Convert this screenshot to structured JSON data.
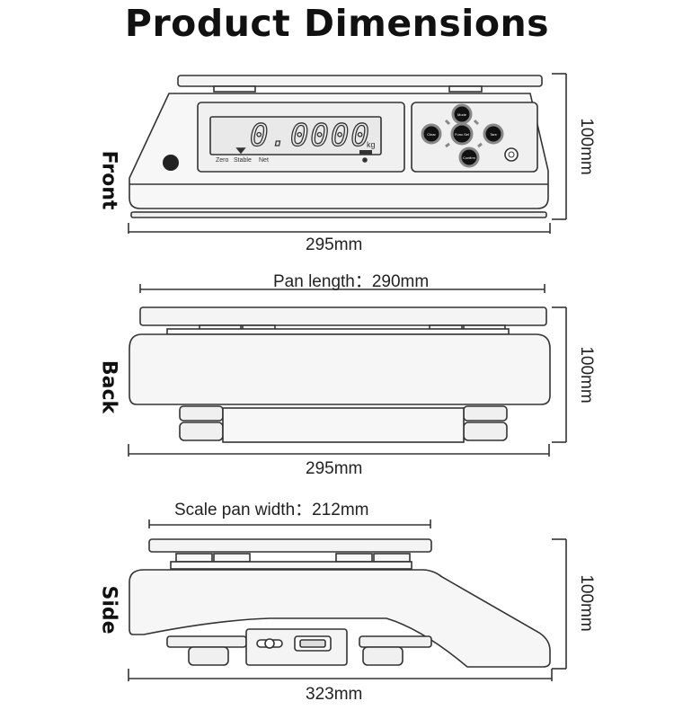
{
  "title": "Product Dimensions",
  "views": {
    "front": {
      "label": "Front",
      "width": "295mm",
      "height": "100mm",
      "display": {
        "reading": "0.0000",
        "unit": "kg",
        "indicators": [
          "Zero",
          "Stable",
          "Net"
        ]
      },
      "keypad": [
        "Mode",
        "Clear",
        "Func.Sel",
        "Tare",
        "Confirm"
      ]
    },
    "back": {
      "label": "Back",
      "pan_length": "Pan length：290mm",
      "width": "295mm",
      "height": "100mm"
    },
    "side": {
      "label": "Side",
      "pan_width": "Scale pan width：212mm",
      "width": "323mm",
      "height": "100mm"
    }
  }
}
